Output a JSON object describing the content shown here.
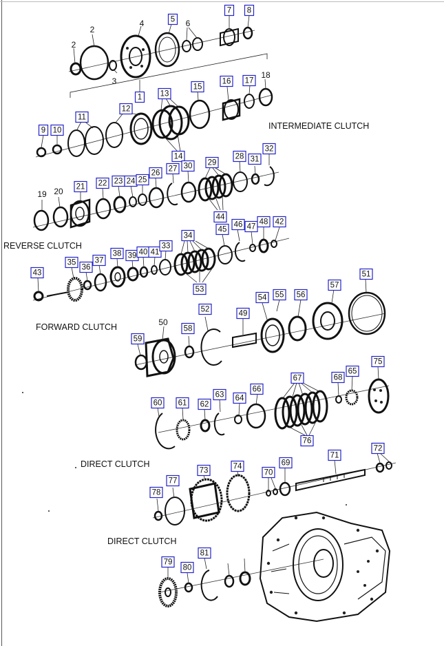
{
  "section_titles": [
    {
      "key": "intermediate",
      "text": "INTERMEDIATE CLUTCH"
    },
    {
      "key": "reverse",
      "text": "REVERSE CLUTCH"
    },
    {
      "key": "forward",
      "text": "FORWARD CLUTCH"
    },
    {
      "key": "direct1",
      "text": "DIRECT CLUTCH"
    },
    {
      "key": "direct2",
      "text": "DIRECT CLUTCH"
    }
  ],
  "boxed_callouts": [
    "5",
    "7",
    "8",
    "1",
    "13",
    "15",
    "16",
    "17",
    "12",
    "11",
    "9",
    "10",
    "14",
    "28",
    "32",
    "29",
    "31",
    "21",
    "22",
    "23",
    "24",
    "25",
    "26",
    "27",
    "30",
    "44",
    "45",
    "46",
    "47",
    "48",
    "42",
    "34",
    "35",
    "36",
    "37",
    "38",
    "39",
    "40",
    "41",
    "33",
    "43",
    "53",
    "54",
    "55",
    "56",
    "57",
    "51",
    "52",
    "49",
    "58",
    "59",
    "60",
    "61",
    "62",
    "63",
    "64",
    "66",
    "67",
    "68",
    "65",
    "75",
    "76",
    "71",
    "72",
    "73",
    "74",
    "70",
    "69",
    "77",
    "78",
    "79",
    "80",
    "81"
  ],
  "plain_callouts": [
    "2",
    "4",
    "6",
    "2",
    "3",
    "18",
    "19",
    "20",
    "50"
  ]
}
